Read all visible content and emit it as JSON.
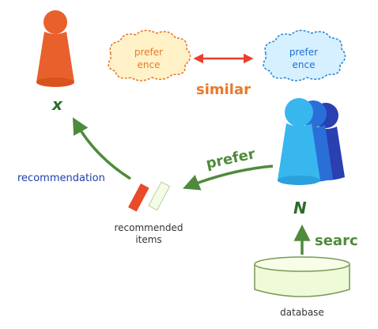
{
  "labels": {
    "x": "x",
    "n": "N",
    "preference_left_line1": "prefer",
    "preference_left_line2": "ence",
    "preference_right_line1": "prefer",
    "preference_right_line2": "ence",
    "similar": "similar",
    "prefer": "prefer",
    "recommendation": "recommendation",
    "recommended_items_line1": "recommended",
    "recommended_items_line2": "items",
    "search": "searc",
    "database": "database"
  },
  "colors": {
    "user_orange": "#e8602c",
    "cloud_orange_fill": "#fff2c8",
    "cloud_orange_stroke": "#e8792b",
    "cloud_blue_fill": "#d6f0ff",
    "cloud_blue_stroke": "#2a8cdb",
    "group_light_blue": "#38b6ee",
    "group_blue": "#2a6fd8",
    "group_dark_blue": "#2a3fb0",
    "arrow_green": "#4f8a3c",
    "arrow_red": "#e8402c",
    "database_fill": "#eefad8",
    "database_stroke": "#7a9a55",
    "item_red": "#e84a2a"
  }
}
